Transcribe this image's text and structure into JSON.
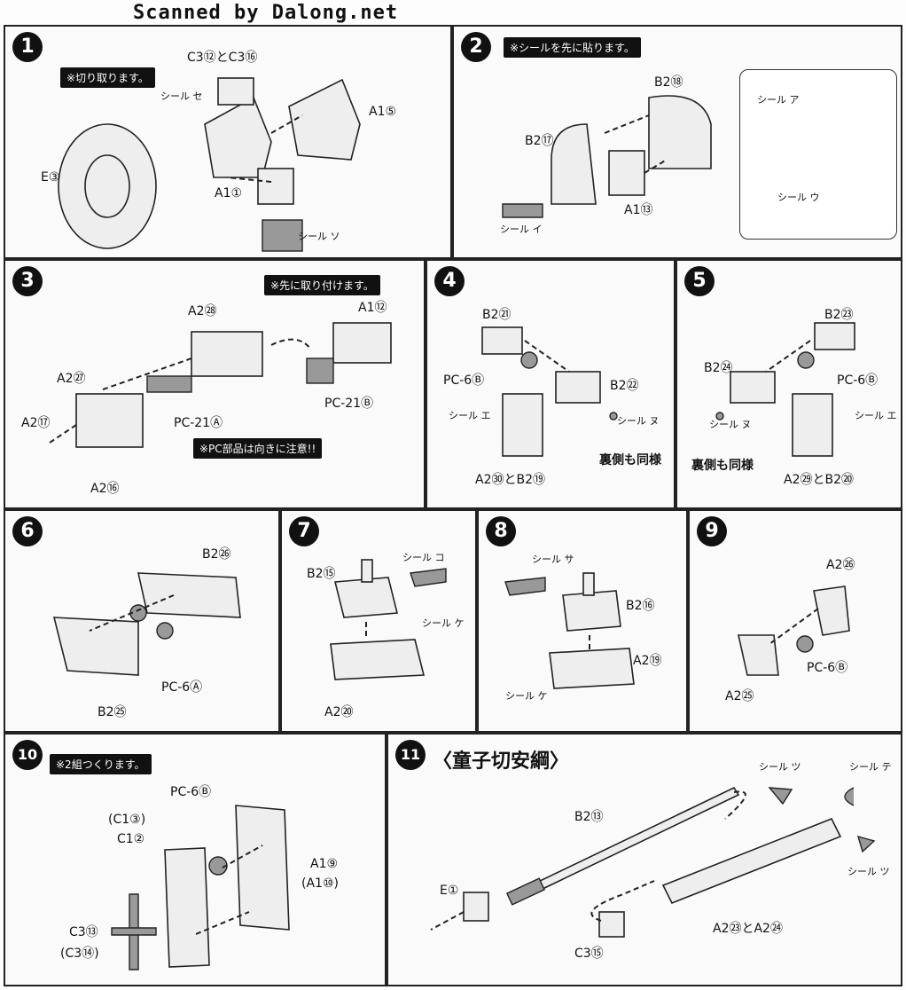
{
  "scan_credit": "Scanned by Dalong.net",
  "steps": {
    "s1": {
      "num": "1",
      "note": "※切り取ります。",
      "labels": {
        "c3": "C3⑫とC3⑯",
        "seal_se": "シール セ",
        "a1_5": "A1⑤",
        "e3": "E③",
        "a1_1": "A1①",
        "seal_so": "シール ソ"
      }
    },
    "s2": {
      "num": "2",
      "note": "※シールを先に貼ります。",
      "labels": {
        "b2_18": "B2⑱",
        "b2_17": "B2⑰",
        "a1_13": "A1⑬",
        "seal_i": "シール イ",
        "seal_a": "シール ア",
        "seal_u": "シール ウ"
      }
    },
    "s3": {
      "num": "3",
      "note_top": "※先に取り付けます。",
      "note_bottom": "※PC部品は向きに注意!!",
      "labels": {
        "a2_28": "A2㉘",
        "a1_12": "A1⑫",
        "a2_27": "A2㉗",
        "pc21b": "PC-21Ⓑ",
        "pc21a": "PC-21Ⓐ",
        "a2_17": "A2⑰",
        "a2_16": "A2⑯"
      }
    },
    "s4": {
      "num": "4",
      "labels": {
        "b2_21": "B2㉑",
        "pc6b": "PC-6Ⓑ",
        "b2_22": "B2㉒",
        "seal_e": "シール エ",
        "seal_nu": "シール ヌ",
        "back": "裏側も同様",
        "a2": "A2㉚とB2⑲"
      }
    },
    "s5": {
      "num": "5",
      "labels": {
        "b2_23": "B2㉓",
        "b2_24": "B2㉔",
        "pc6b": "PC-6Ⓑ",
        "seal_nu": "シール ヌ",
        "seal_e": "シール エ",
        "back": "裏側も同様",
        "a2": "A2㉙とB2⑳"
      }
    },
    "s6": {
      "num": "6",
      "labels": {
        "b2_26": "B2㉖",
        "pc6a": "PC-6Ⓐ",
        "b2_25": "B2㉕"
      }
    },
    "s7": {
      "num": "7",
      "labels": {
        "b2_15": "B2⑮",
        "seal_ko": "シール コ",
        "seal_ke": "シール ケ",
        "a2_20": "A2⑳"
      }
    },
    "s8": {
      "num": "8",
      "labels": {
        "seal_sa": "シール サ",
        "b2_16": "B2⑯",
        "seal_ke": "シール ケ",
        "a2_19": "A2⑲"
      }
    },
    "s9": {
      "num": "9",
      "labels": {
        "a2_26": "A2㉖",
        "pc6b": "PC-6Ⓑ",
        "a2_25": "A2㉕"
      }
    },
    "s10": {
      "num": "10",
      "note": "※2組つくります。",
      "labels": {
        "pc6b": "PC-6Ⓑ",
        "c1_3": "(C1③)",
        "c1_2": "C1②",
        "a1_9": "A1⑨",
        "a1_10": "(A1⑩)",
        "c3_13": "C3⑬",
        "c3_14": "(C3⑭)"
      }
    },
    "s11": {
      "num": "11",
      "title": "〈童子切安綱〉",
      "labels": {
        "seal_tsu1": "シール ツ",
        "seal_te": "シール テ",
        "b2_13": "B2⑬",
        "seal_tsu2": "シール ツ",
        "e1": "E①",
        "a2": "A2㉓とA2㉔",
        "c3_15": "C3⑮"
      }
    }
  }
}
